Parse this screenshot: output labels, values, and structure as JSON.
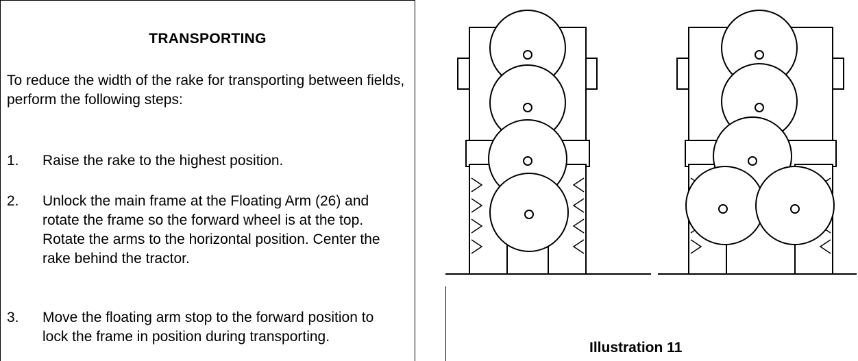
{
  "section": {
    "title": "TRANSPORTING",
    "intro": "To reduce the width of the rake for transporting between fields, perform the following steps:",
    "steps": [
      {
        "num": "1.",
        "text": "Raise the rake to the highest position."
      },
      {
        "num": "2.",
        "text": "Unlock the main frame at the Floating Arm (26) and rotate the frame so the forward wheel is at the top. Rotate the arms to the horizontal position. Center the rake behind the tractor."
      },
      {
        "num": "3.",
        "text": "Move the floating arm stop to the forward position to lock the frame in position during transporting."
      }
    ]
  },
  "figure": {
    "caption": "Illustration 11"
  }
}
